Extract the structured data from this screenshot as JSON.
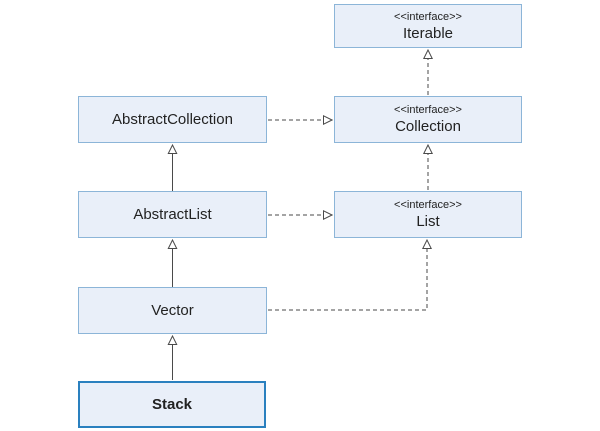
{
  "diagram": {
    "kind": "uml-class-diagram",
    "boxes": {
      "iterable": {
        "stereotype": "<<interface>>",
        "name": "Iterable"
      },
      "collection": {
        "stereotype": "<<interface>>",
        "name": "Collection"
      },
      "list": {
        "stereotype": "<<interface>>",
        "name": "List"
      },
      "abstract_collection": {
        "name": "AbstractCollection"
      },
      "abstract_list": {
        "name": "AbstractList"
      },
      "vector": {
        "name": "Vector"
      },
      "stack": {
        "name": "Stack"
      }
    },
    "connectors": [
      {
        "from": "Stack",
        "to": "Vector",
        "style": "solid",
        "type": "generalization"
      },
      {
        "from": "Vector",
        "to": "AbstractList",
        "style": "solid",
        "type": "generalization"
      },
      {
        "from": "AbstractList",
        "to": "AbstractCollection",
        "style": "solid",
        "type": "generalization"
      },
      {
        "from": "AbstractCollection",
        "to": "Collection",
        "style": "dashed",
        "type": "realization"
      },
      {
        "from": "AbstractList",
        "to": "List",
        "style": "dashed",
        "type": "realization"
      },
      {
        "from": "Vector",
        "to": "List",
        "style": "dashed",
        "type": "realization"
      },
      {
        "from": "List",
        "to": "Collection",
        "style": "dashed",
        "type": "extension"
      },
      {
        "from": "Collection",
        "to": "Iterable",
        "style": "dashed",
        "type": "extension"
      }
    ],
    "colors": {
      "box_fill": "#e9eff9",
      "box_border": "#8cb5d8",
      "highlight_border": "#2a80bf",
      "text": "#222222",
      "line": "#4a4a4a",
      "background": "#ffffff"
    }
  }
}
